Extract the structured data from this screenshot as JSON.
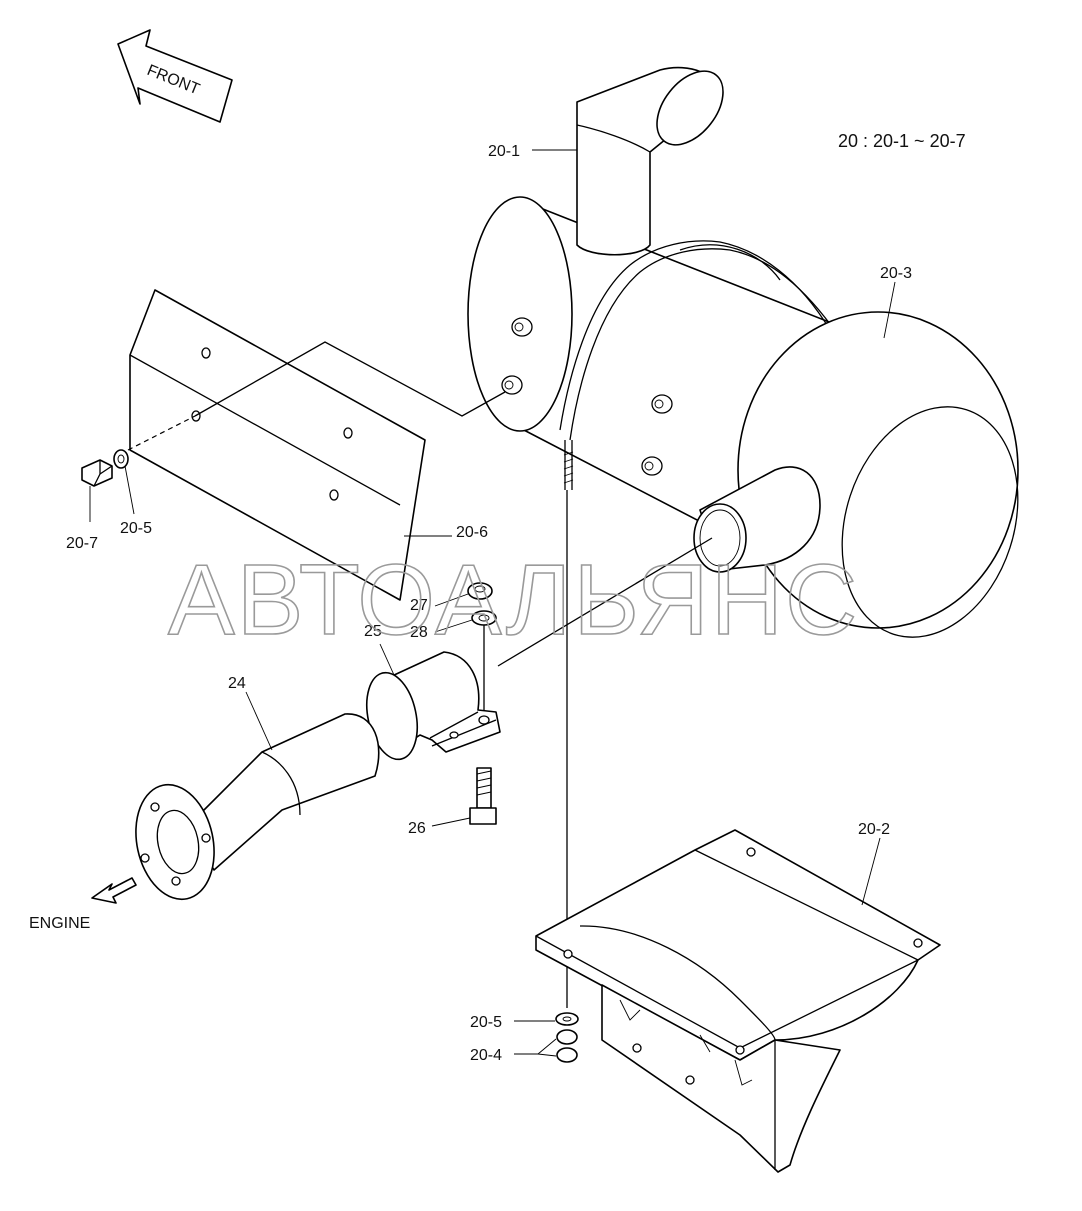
{
  "diagram": {
    "assembly_note": "20 : 20-1 ~ 20-7",
    "front_label": "FRONT",
    "engine_label": "ENGINE",
    "watermark": "АВТОАЛЬЯНС",
    "labels": {
      "p20_1": "20-1",
      "p20_2": "20-2",
      "p20_3": "20-3",
      "p20_4": "20-4",
      "p20_5_left": "20-5",
      "p20_5_bottom": "20-5",
      "p20_6": "20-6",
      "p20_7": "20-7",
      "p24": "24",
      "p25": "25",
      "p26": "26",
      "p27": "27",
      "p28": "28"
    }
  }
}
